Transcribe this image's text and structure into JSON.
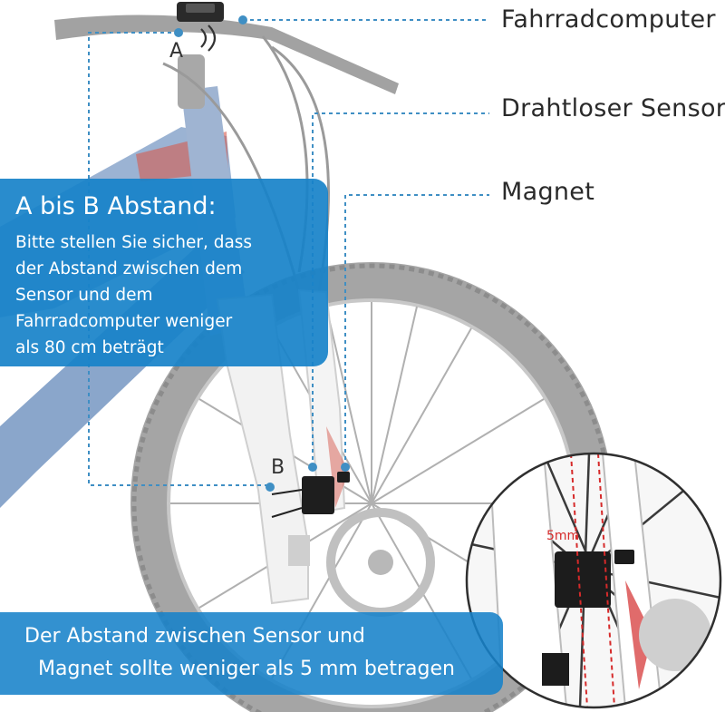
{
  "labels": {
    "bike_computer": "Fahrradcomputer",
    "wireless_sensor": "Drahtloser Sensor",
    "magnet": "Magnet"
  },
  "points": {
    "a": "A",
    "b": "B"
  },
  "info_box": {
    "title": "A bis B Abstand:",
    "lines": [
      "Bitte stellen Sie sicher, dass",
      "der Abstand zwischen dem",
      "Sensor und dem",
      "Fahrradcomputer weniger",
      "als 80 cm beträgt"
    ]
  },
  "bottom_banner": {
    "line1": "Der Abstand zwischen Sensor und",
    "line2": "Magnet sollte weniger als 5 mm betragen"
  },
  "detail": {
    "distance_label": "5mm"
  },
  "colors": {
    "accent_blue": "#1782c9",
    "frame_blue": "#9bb3d3",
    "frame_red": "#d65a4e",
    "tire_gray": "#9a9a9a",
    "leader_line": "#3f8fc4",
    "distance_red": "#d62a2a"
  }
}
